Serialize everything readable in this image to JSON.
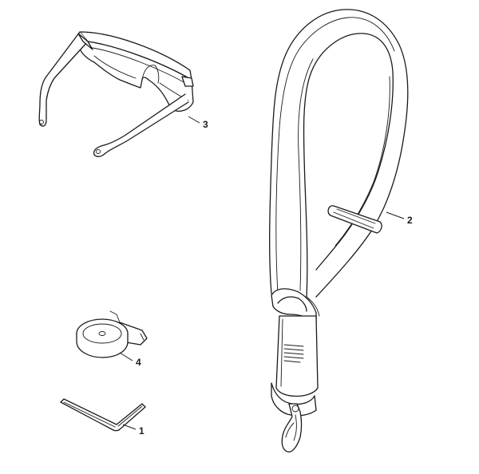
{
  "diagram": {
    "parts": [
      {
        "id": "safety-glasses",
        "callout": "3"
      },
      {
        "id": "shoulder-strap",
        "callout": "2"
      },
      {
        "id": "spool-gauge",
        "callout": "4"
      },
      {
        "id": "hex-key",
        "callout": "1"
      }
    ]
  }
}
